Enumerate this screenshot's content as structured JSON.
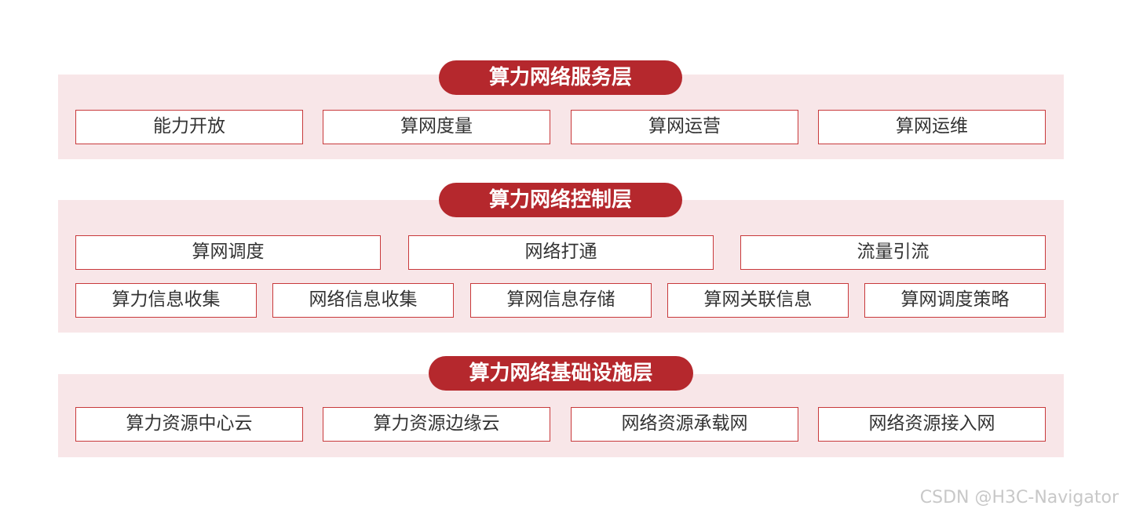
{
  "layers": [
    {
      "title": "算力网络服务层",
      "rows": [
        [
          "能力开放",
          "算网度量",
          "算网运营",
          "算网运维"
        ]
      ]
    },
    {
      "title": "算力网络控制层",
      "rows": [
        [
          "算网调度",
          "网络打通",
          "流量引流"
        ],
        [
          "算力信息收集",
          "网络信息收集",
          "算网信息存储",
          "算网关联信息",
          "算网调度策略"
        ]
      ]
    },
    {
      "title": "算力网络基础设施层",
      "rows": [
        [
          "算力资源中心云",
          "算力资源边缘云",
          "网络资源承载网",
          "网络资源接入网"
        ]
      ]
    }
  ],
  "watermark": "CSDN @H3C-Navigator",
  "colors": {
    "accent": "#b5282d",
    "panel": "#f8e6e8",
    "box_border": "#c8393b"
  }
}
